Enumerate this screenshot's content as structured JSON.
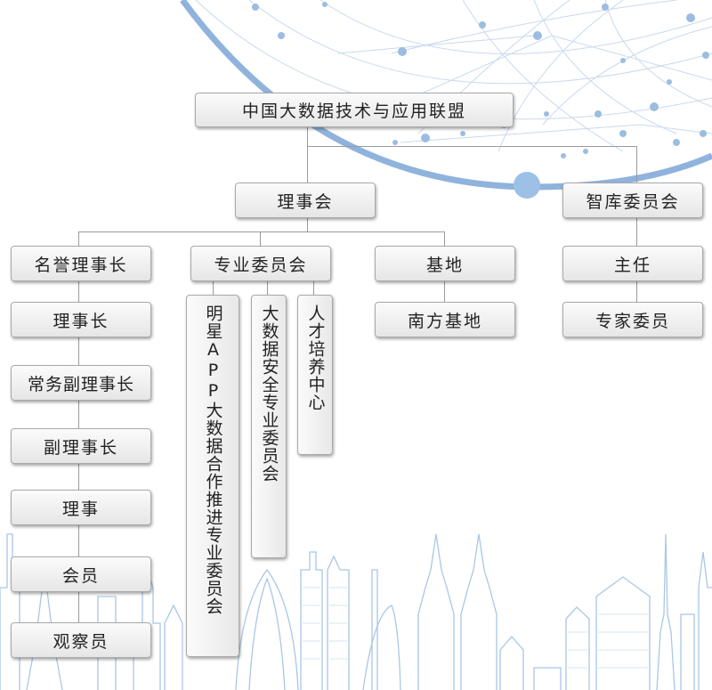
{
  "colors": {
    "accent_blue": "#8fb3dc",
    "line_gray": "#9a9a9a",
    "box_border": "#a9a9a9"
  },
  "org": {
    "root": "中国大数据技术与应用联盟",
    "council": "理事会",
    "think_tank": "智库委员会",
    "honorary_chairman": "名誉理事长",
    "special_committee": "专业委员会",
    "base": "基地",
    "director": "主任",
    "chairman": "理事长",
    "executive_vice_chairman": "常务副理事长",
    "vice_chairman": "副理事长",
    "director_member": "理事",
    "member": "会员",
    "observer": "观察员",
    "south_base": "南方基地",
    "experts": "专家委员",
    "sub_committees": [
      "明星APP大数据合作推进专业委员会",
      "大数据安全专业委员会",
      "人才培养中心"
    ]
  }
}
